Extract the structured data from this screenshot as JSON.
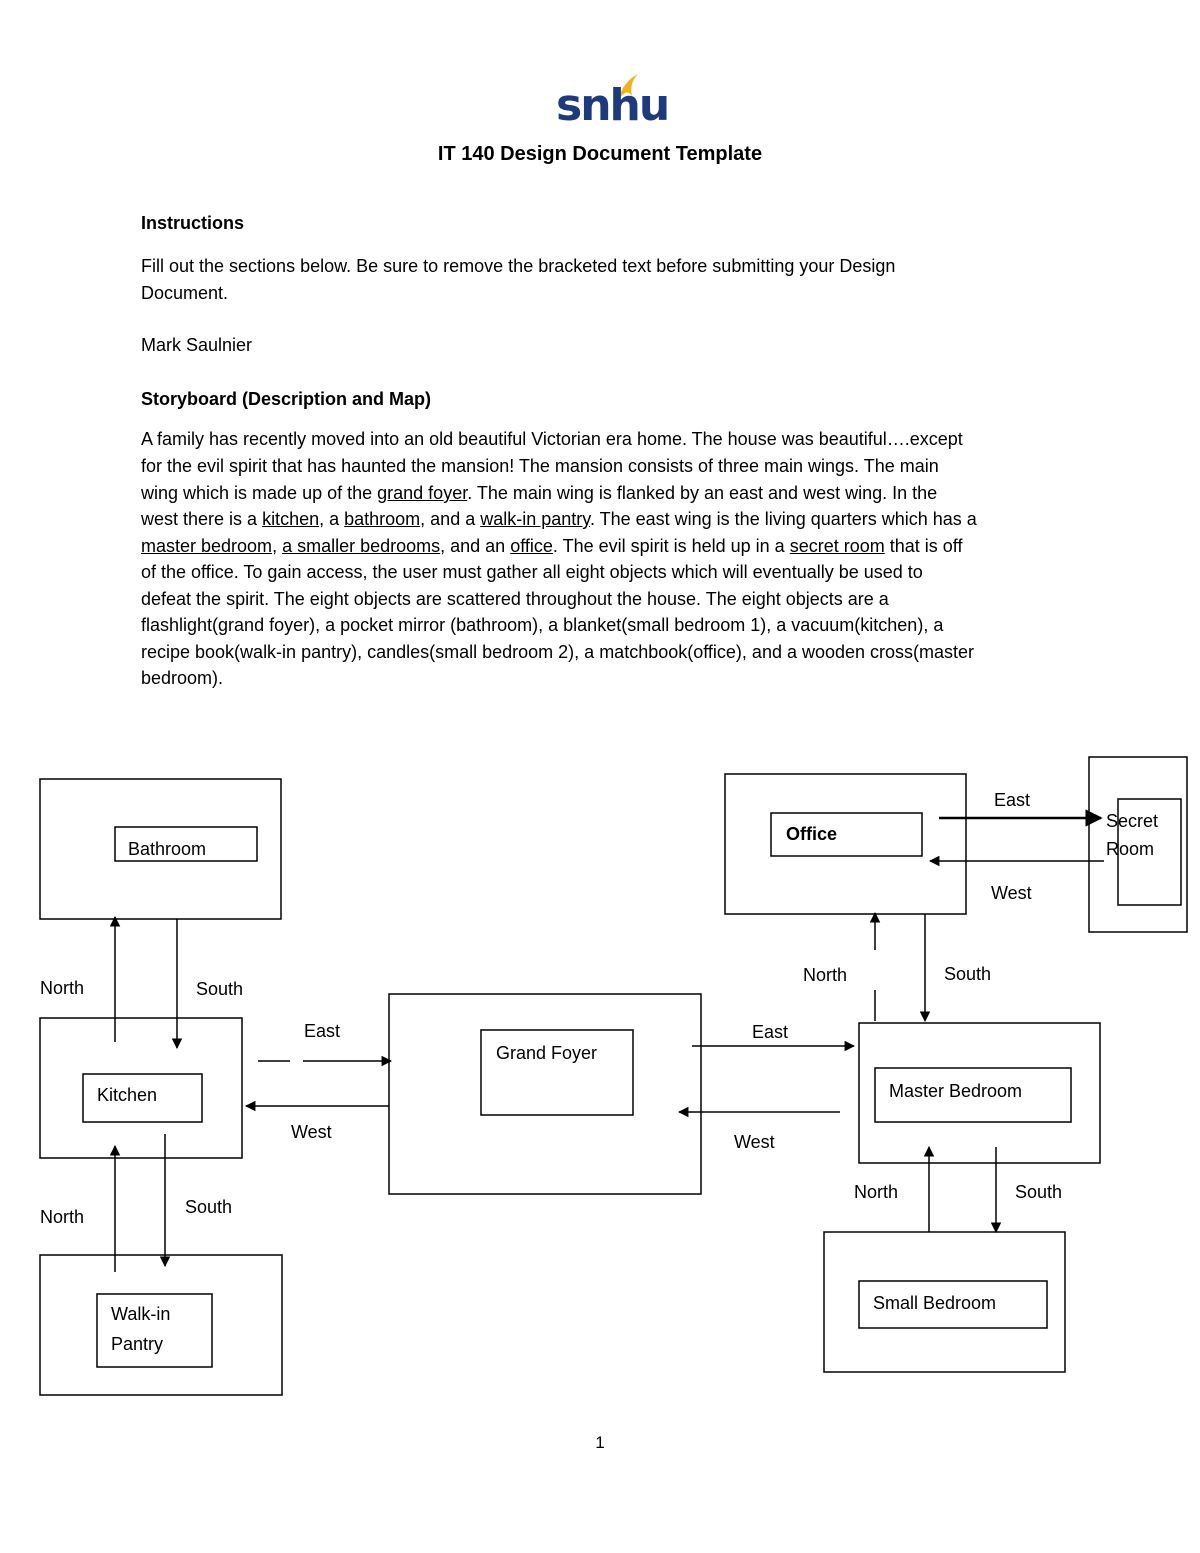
{
  "header": {
    "logo_text": "snhu",
    "title": "IT 140 Design Document Template"
  },
  "instructions": {
    "heading": "Instructions",
    "line1": "Fill out the sections below. Be sure to remove the bracketed text before submitting your Design",
    "line2": "Document.",
    "author": "Mark Saulnier"
  },
  "storyboard": {
    "heading": "Storyboard (Description and Map)",
    "p": {
      "l1": "A family has recently moved into an old beautiful Victorian era home. The house was beautiful….except",
      "l2": "for the evil spirit that has haunted the mansion! The mansion consists of three main wings. The main",
      "l3a": "wing which is made up of the ",
      "l3u": "grand foyer",
      "l3b": ". The main wing is flanked by an east and west wing. In the",
      "l4a": "west there is a ",
      "l4u1": "kitchen",
      "l4b": ", a ",
      "l4u2": "bathroom",
      "l4c": ", and a ",
      "l4u3": "walk-in pantry",
      "l4d": ". The east wing is the living quarters which has a",
      "l5u1": "master bedroom",
      "l5a": ", ",
      "l5u2": "a smaller bedrooms",
      "l5b": ", and an ",
      "l5u3": "office",
      "l5c": ". The evil spirit is held up in a ",
      "l5u4": "secret room",
      "l5d": " that is off",
      "l6": "of the office. To gain access, the user must gather all eight objects which will eventually be used to",
      "l7": "defeat the spirit. The eight objects are scattered throughout the house. The eight objects are a",
      "l8": "flashlight(grand foyer), a pocket mirror (bathroom), a blanket(small bedroom 1), a vacuum(kitchen), a",
      "l9": "recipe book(walk-in pantry), candles(small bedroom 2), a matchbook(office), and a wooden cross(master",
      "l10": "bedroom)."
    }
  },
  "map": {
    "rooms": {
      "bathroom": "Bathroom",
      "kitchen": "Kitchen",
      "walkin_line1": "Walk-in",
      "walkin_line2": "Pantry",
      "grand_foyer": "Grand Foyer",
      "office": "Office",
      "secret_line1": "Secret",
      "secret_line2": "Room",
      "master_bedroom": "Master Bedroom",
      "small_bedroom": "Small Bedroom"
    },
    "directions": {
      "north": "North",
      "south": "South",
      "east": "East",
      "west": "West"
    }
  },
  "footer": {
    "page_number": "1"
  }
}
